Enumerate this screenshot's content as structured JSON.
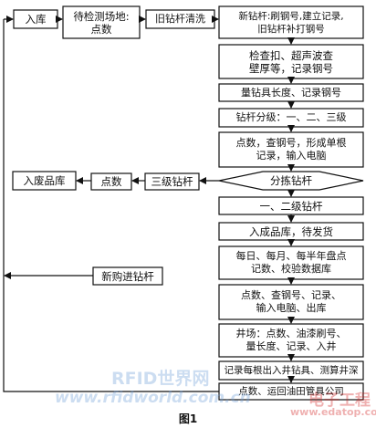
{
  "diagram": {
    "nodes": {
      "ruku": "入库",
      "daijian": "待检测场地:\n点数",
      "qingxi": "旧钻杆清洗",
      "xinzuan": "新钻杆:刷钢号,建立记录,\n旧钻杆补打钢号",
      "jiancha": "检查扣、超声波查\n壁厚等，记录钢号",
      "liang": "量钻具长度、记录钢号",
      "fenji": "钻杆分级：一、二、三级",
      "dianshu": "点数，查钢号，形成单根\n记录，输入电脑",
      "fenjian": "分拣钻杆",
      "sanji": "三级钻杆",
      "dianshu2": "点数",
      "feipin": "入废品库",
      "yierji": "一、二级钻杆",
      "chengpin": "入成品库，待发货",
      "panshu": "每日、每月、每半年盘点\n记数、校验数据库",
      "chuku": "点数、查钢号、记录、\n输入电脑、出库",
      "jingchang": "井场：点数、油漆刷号、\n量长度、记录、入井",
      "jilu": "记录每根出入井钻具、测算井深",
      "yunhui": "点数、运回油田管具公司",
      "xingou": "新购进钻杆"
    },
    "caption": "图1"
  },
  "watermarks": {
    "rfid_cn": "RFID世界网",
    "rfid_url": "www.rfidworld.com.cn",
    "eda_cn": "电子工程",
    "eda_url": "www.edatop.com"
  },
  "colors": {
    "line": "#111111",
    "watermark_blue": "#6f9fd8",
    "watermark_red": "#d22020"
  }
}
